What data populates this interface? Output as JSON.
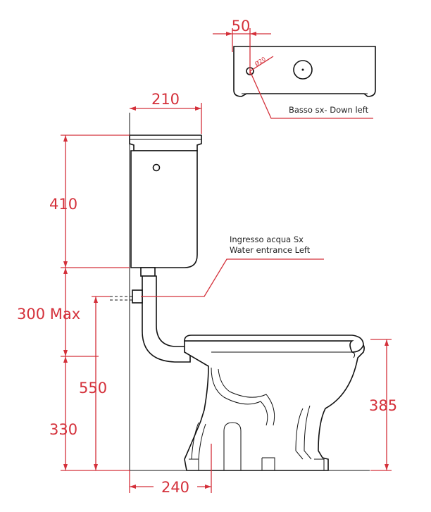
{
  "colors": {
    "dimension": "#d4303a",
    "outline": "#111111",
    "background": "#ffffff"
  },
  "dimensions": {
    "top_width": "50",
    "hole_diameter": "Ø20",
    "tank_depth": "210",
    "tank_height": "410",
    "pipe_max": "300 Max",
    "inlet_height": "550",
    "outlet_height": "330",
    "bowl_height": "385",
    "outlet_depth": "240"
  },
  "labels": {
    "top_note": "Basso sx- Down left",
    "inlet_note_it": "Ingresso acqua Sx",
    "inlet_note_en": "Water entrance Left"
  }
}
